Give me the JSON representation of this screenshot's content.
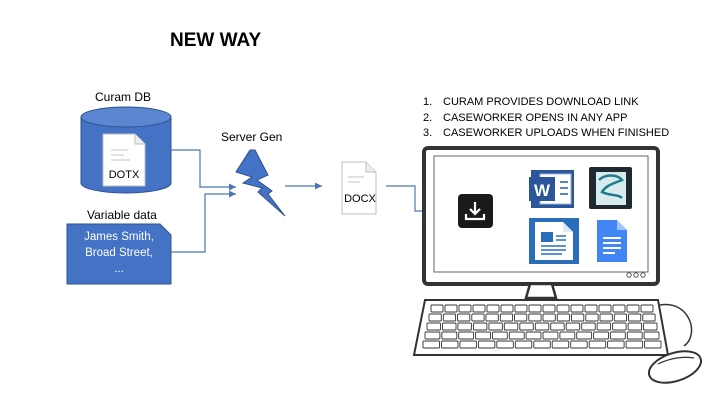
{
  "title": "NEW WAY",
  "db": {
    "label": "Curam DB",
    "doc_label": "DOTX"
  },
  "variable_data": {
    "label": "Variable data",
    "lines": [
      "James Smith,",
      "Broad Street,",
      "..."
    ]
  },
  "server": {
    "label": "Server Gen"
  },
  "output_doc": {
    "label": "DOCX"
  },
  "steps": [
    {
      "num": "1.",
      "text": "CURAM PROVIDES DOWNLOAD LINK"
    },
    {
      "num": "2.",
      "text": "CASEWORKER OPENS IN ANY APP"
    },
    {
      "num": "3.",
      "text": "CASEWORKER UPLOADS WHEN FINISHED"
    }
  ],
  "colors": {
    "accent_blue": "#4472c4",
    "dark_blue": "#2f528f",
    "arrow": "#4a76b8"
  },
  "icons": [
    "download-icon",
    "word-icon",
    "writer-icon",
    "libreoffice-writer-icon",
    "google-docs-icon"
  ]
}
